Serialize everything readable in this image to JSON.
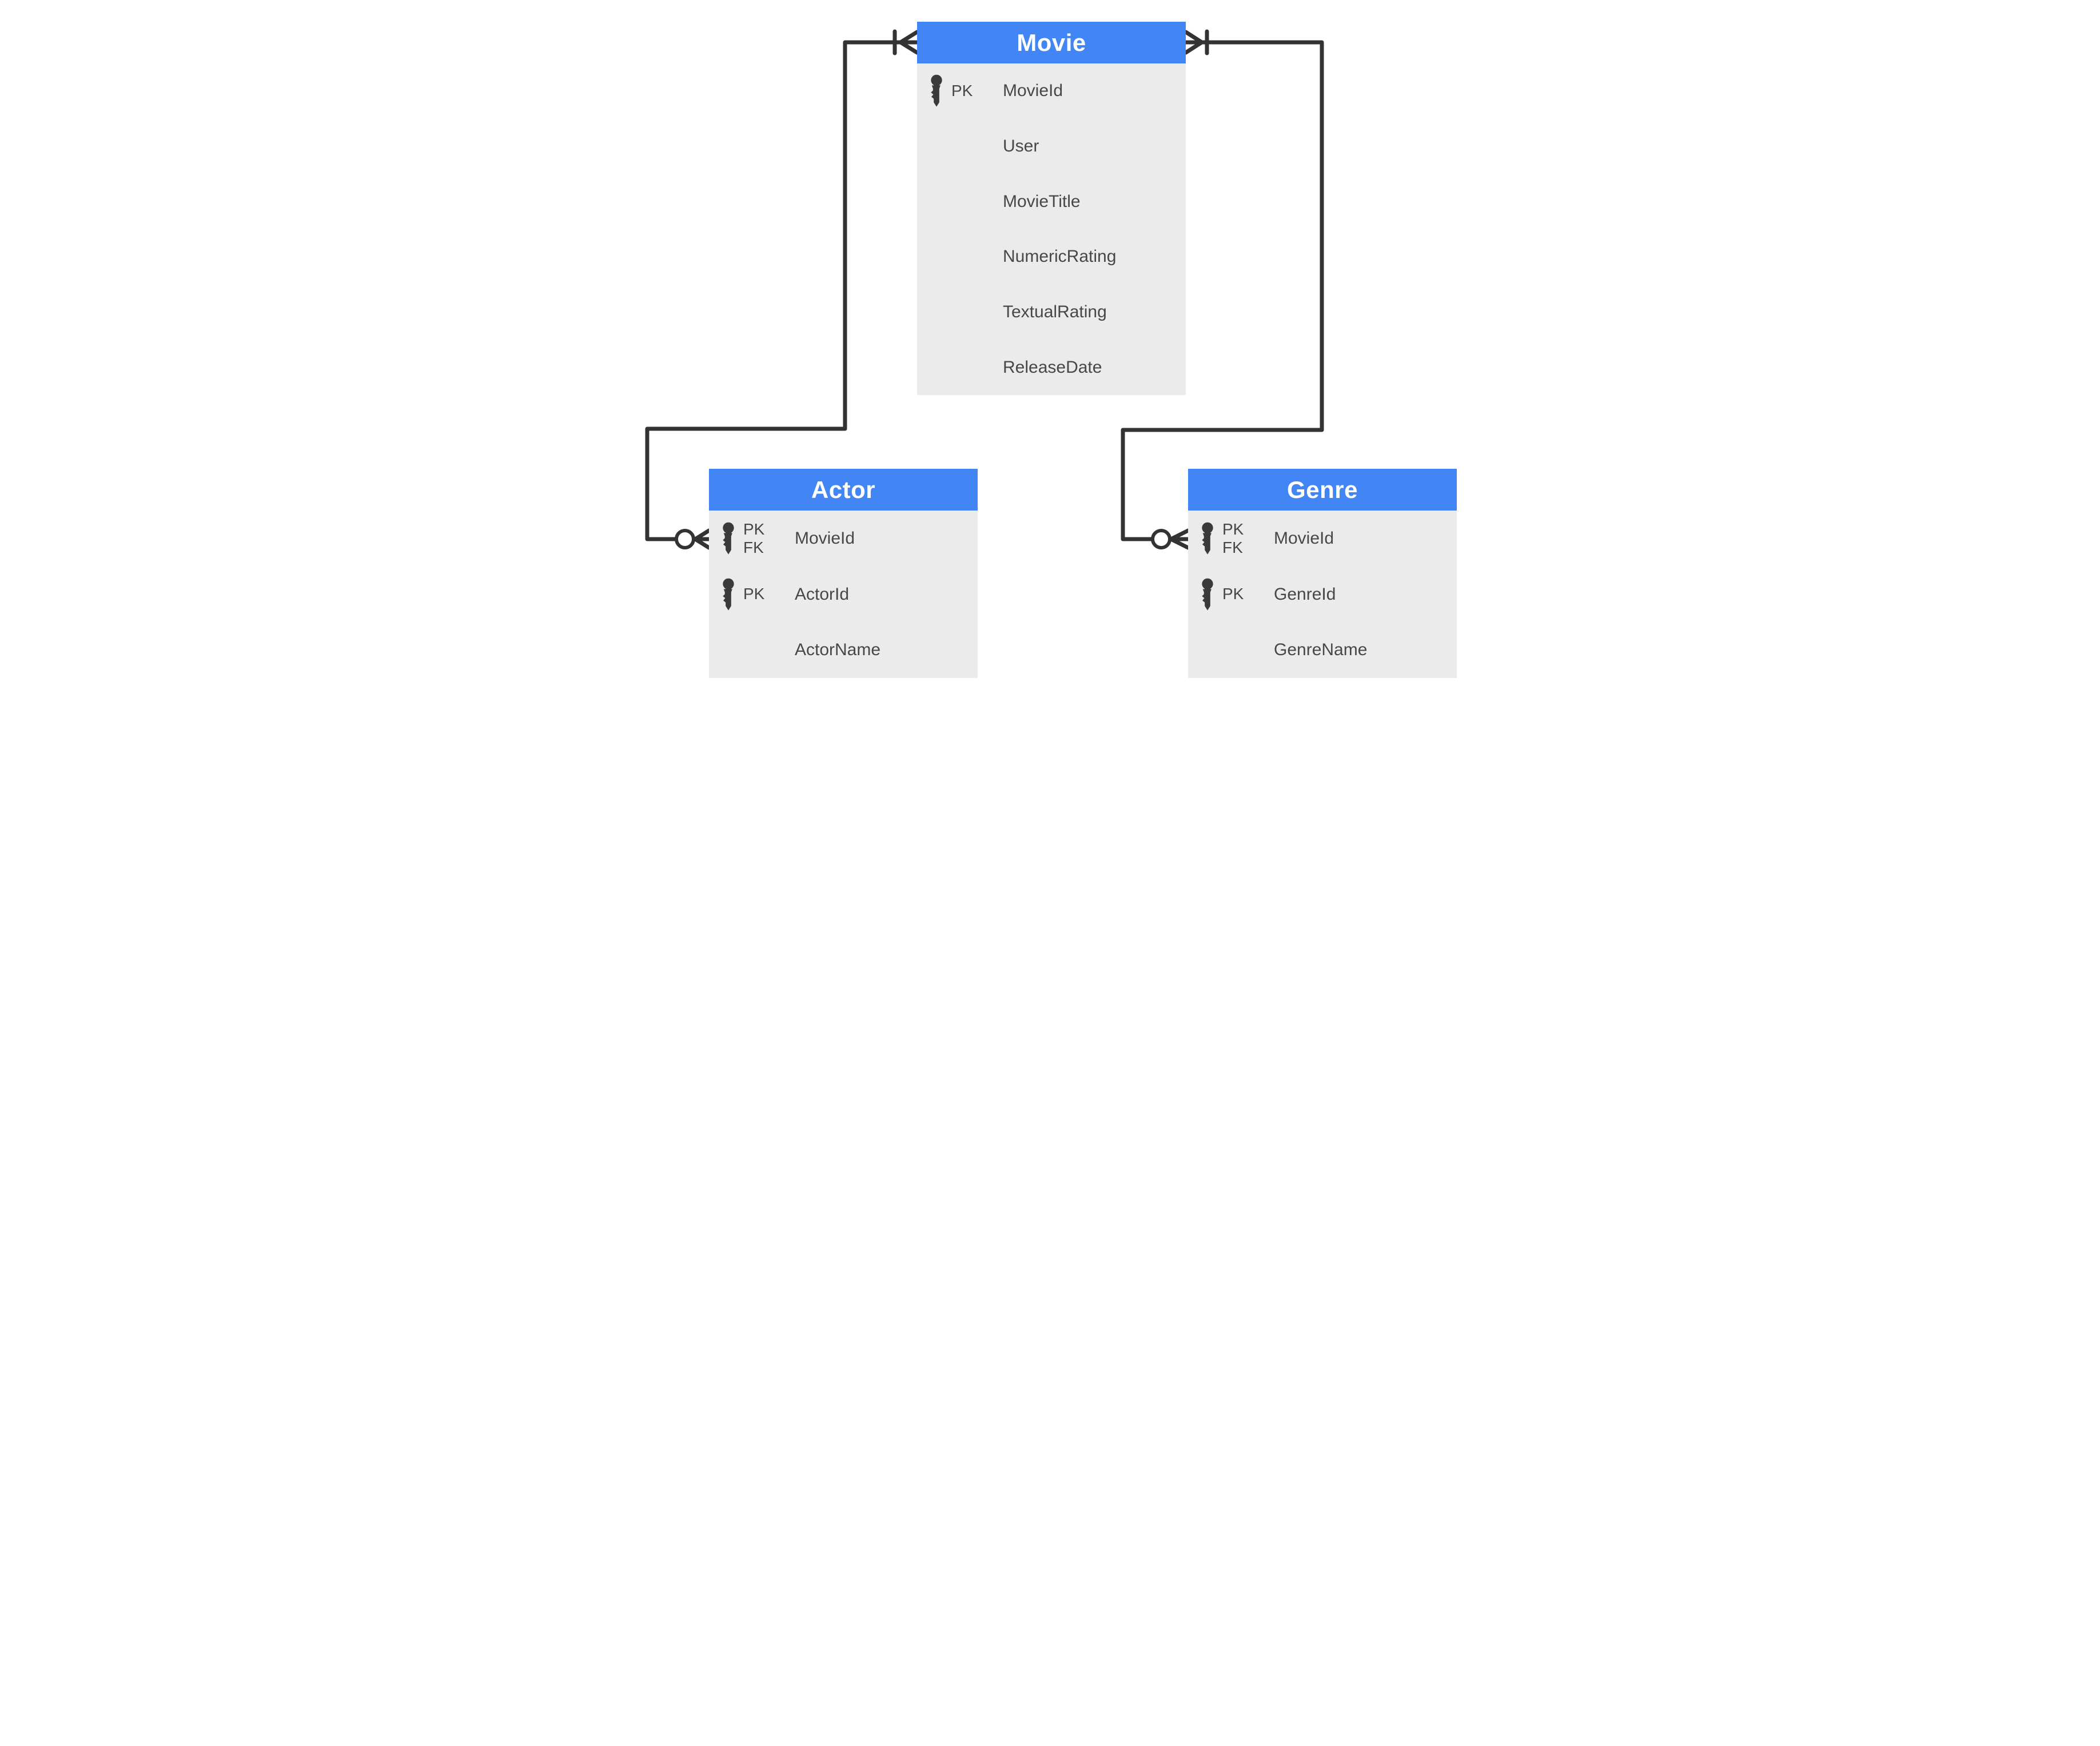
{
  "diagram": {
    "type": "entity-relationship-diagram",
    "colors": {
      "header_blue": "#4285F4",
      "body_gray": "#EBEBEB",
      "line_dark": "#333333",
      "text_dark": "#474747",
      "title_text": "#FFFFFF"
    },
    "tables": [
      {
        "title": "Movie",
        "fields": [
          {
            "keys": [
              "PK"
            ],
            "name": "MovieId"
          },
          {
            "keys": [],
            "name": "User"
          },
          {
            "keys": [],
            "name": "MovieTitle"
          },
          {
            "keys": [],
            "name": "NumericRating"
          },
          {
            "keys": [],
            "name": "TextualRating"
          },
          {
            "keys": [],
            "name": "ReleaseDate"
          }
        ]
      },
      {
        "title": "Actor",
        "fields": [
          {
            "keys": [
              "PK",
              "FK"
            ],
            "name": "MovieId"
          },
          {
            "keys": [
              "PK"
            ],
            "name": "ActorId"
          },
          {
            "keys": [],
            "name": "ActorName"
          }
        ]
      },
      {
        "title": "Genre",
        "fields": [
          {
            "keys": [
              "PK",
              "FK"
            ],
            "name": "MovieId"
          },
          {
            "keys": [
              "PK"
            ],
            "name": "GenreId"
          },
          {
            "keys": [],
            "name": "GenreName"
          }
        ]
      }
    ],
    "relationships": [
      {
        "from": "Movie",
        "to": "Actor",
        "from_end": "one-or-many (tick + crow's foot at Movie)",
        "to_end": "zero-or-many (ring + crow's foot at Actor.MovieId)"
      },
      {
        "from": "Movie",
        "to": "Genre",
        "from_end": "one-or-many (tick + crow's foot at Movie)",
        "to_end": "zero-or-many (ring + crow's foot at Genre.MovieId)"
      }
    ]
  }
}
